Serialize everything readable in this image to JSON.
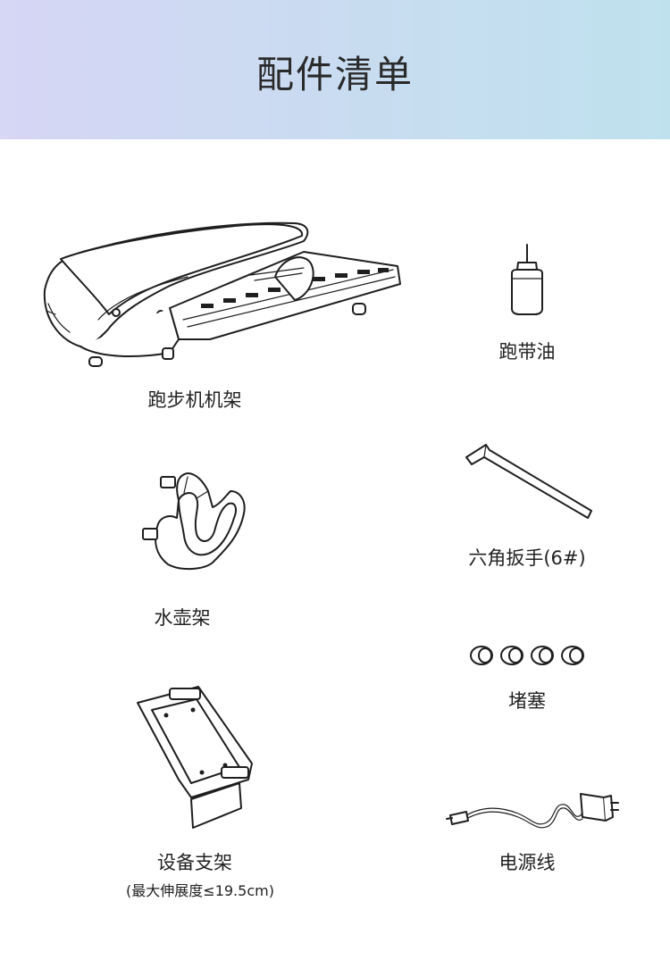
{
  "header": {
    "title": "配件清单"
  },
  "items": [
    {
      "label": "跑步机机架",
      "icon": "treadmill-frame-icon"
    },
    {
      "label": "跑带油",
      "icon": "oil-bottle-icon"
    },
    {
      "label": "六角扳手(6#)",
      "icon": "hex-wrench-icon"
    },
    {
      "label": "水壶架",
      "icon": "bottle-holder-icon"
    },
    {
      "label": "堵塞",
      "icon": "plugs-icon"
    },
    {
      "label": "设备支架",
      "sublabel": "(最大伸展度≤19.5cm)",
      "icon": "device-holder-icon"
    },
    {
      "label": "电源线",
      "icon": "power-cord-icon"
    }
  ],
  "colors": {
    "header_gradient_start": "#d6d6f5",
    "header_gradient_end": "#bfe1ee"
  }
}
